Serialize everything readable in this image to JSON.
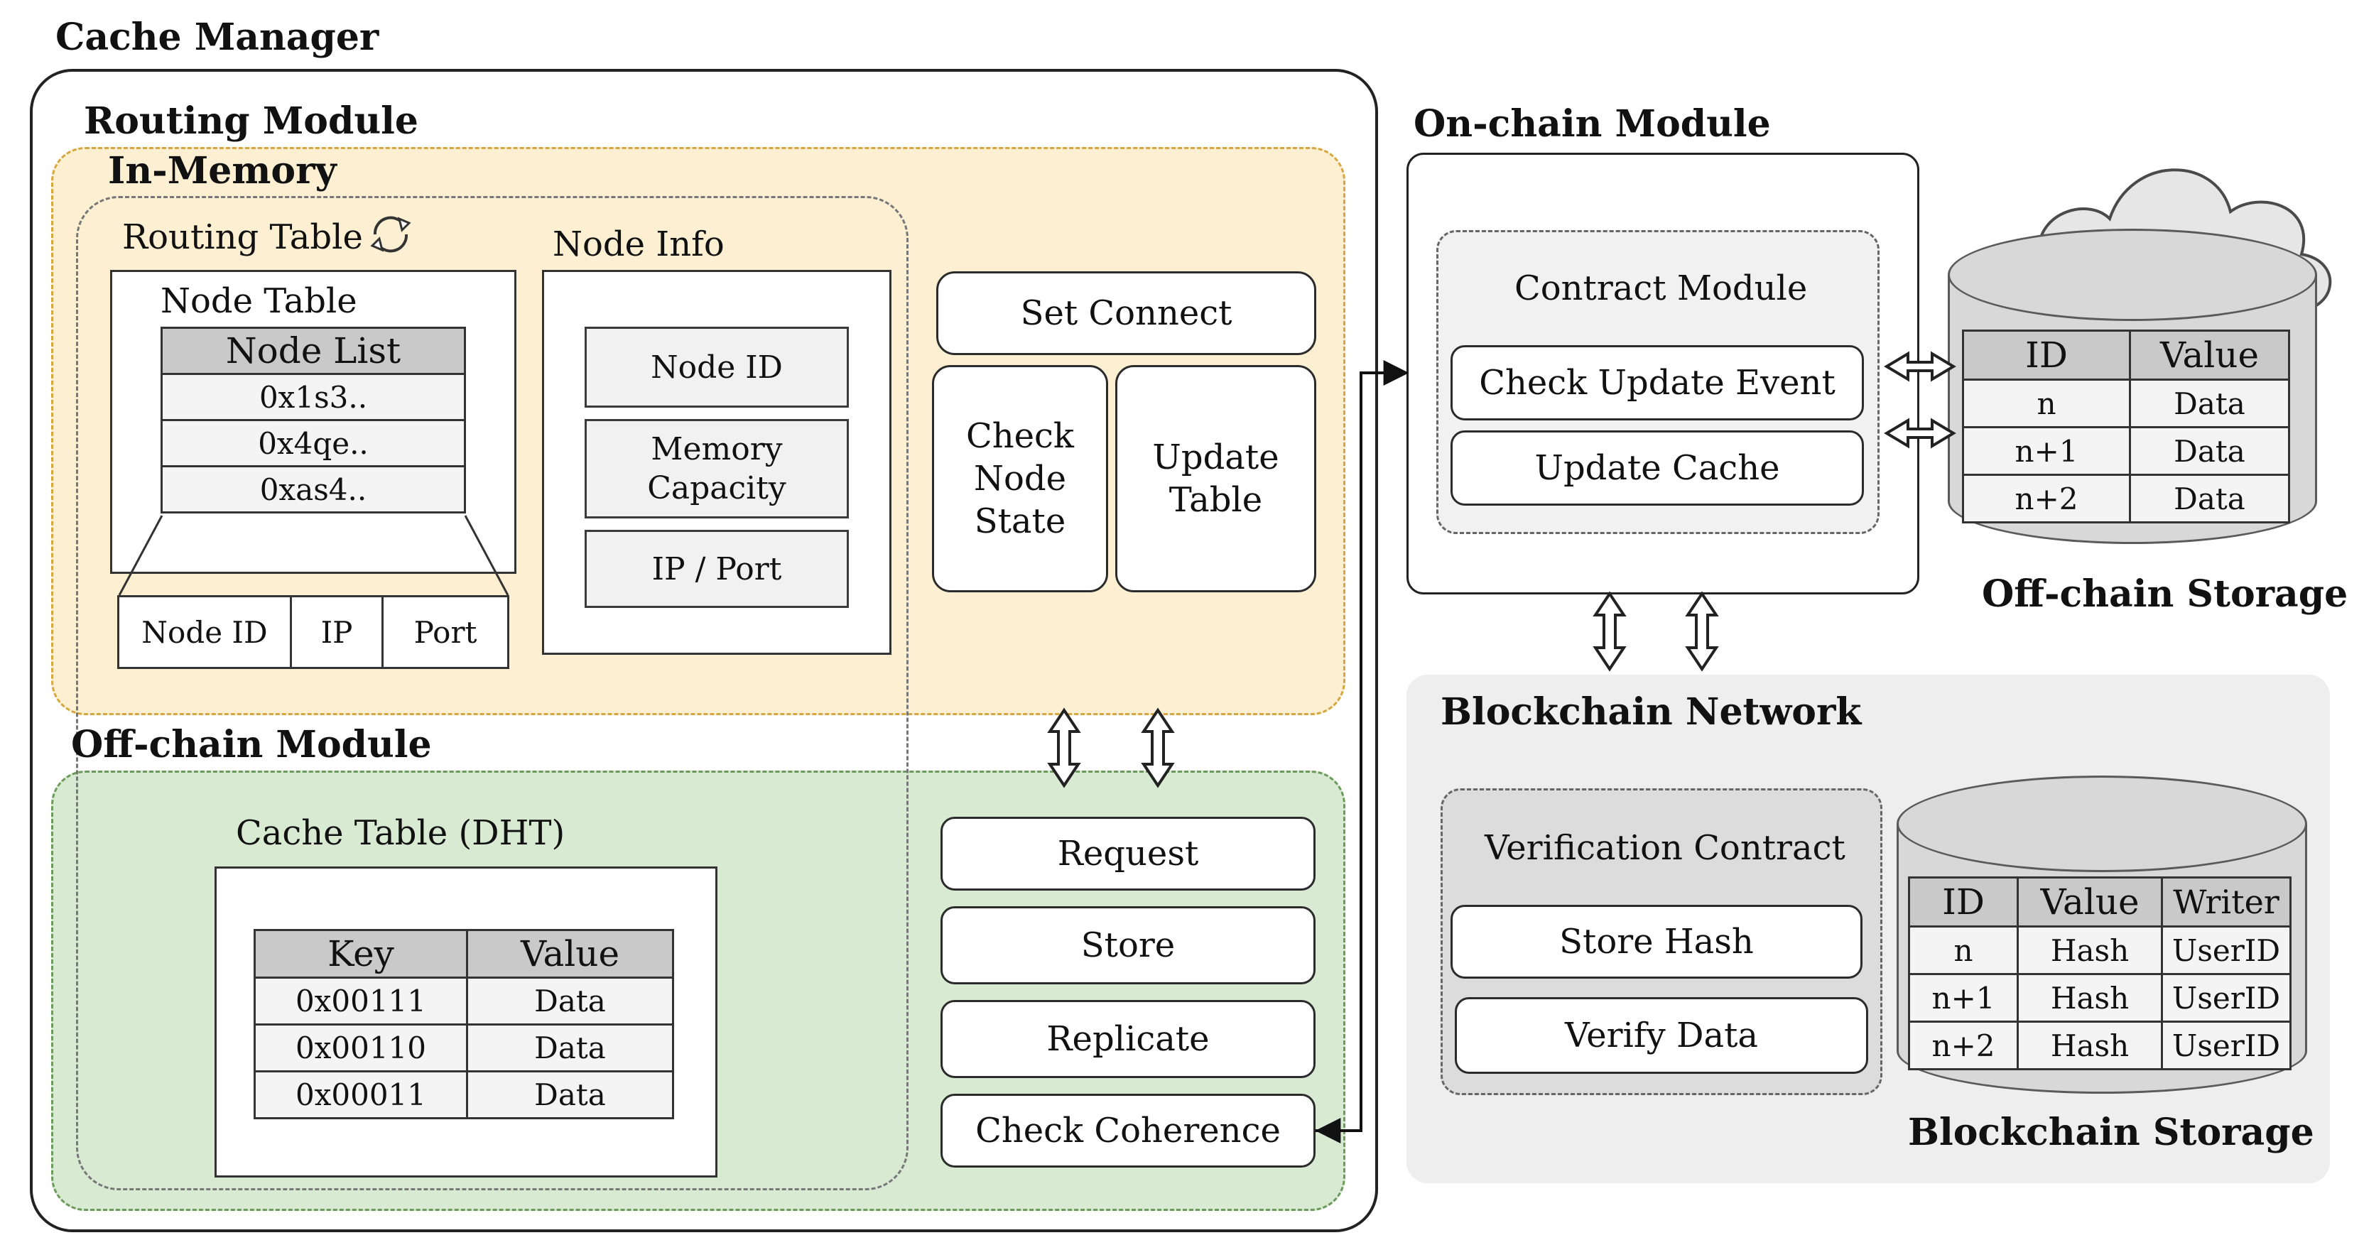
{
  "cache_manager": {
    "title": "Cache Manager",
    "routing_module": {
      "title": "Routing Module",
      "in_memory": {
        "title": "In-Memory",
        "routing_table": {
          "title": "Routing Table",
          "refresh_icon": "refresh-icon",
          "node_table": {
            "title": "Node Table",
            "node_list_header": "Node List",
            "nodes": [
              "0x1s3..",
              "0x4qe..",
              "0xas4.."
            ],
            "columns": [
              "Node ID",
              "IP",
              "Port"
            ]
          }
        },
        "node_info": {
          "title": "Node Info",
          "fields": [
            "Node ID",
            "Memory Capacity",
            "IP / Port"
          ]
        }
      },
      "actions": {
        "set_connect": "Set Connect",
        "check_node_state": "Check Node State",
        "update_table": "Update Table"
      }
    },
    "off_chain_module": {
      "title": "Off-chain Module",
      "cache_table": {
        "title": "Cache Table (DHT)",
        "headers": [
          "Key",
          "Value"
        ],
        "rows": [
          [
            "0x00111",
            "Data"
          ],
          [
            "0x00110",
            "Data"
          ],
          [
            "0x00011",
            "Data"
          ]
        ]
      },
      "actions": [
        "Request",
        "Store",
        "Replicate",
        "Check Coherence"
      ]
    }
  },
  "on_chain_module": {
    "title": "On-chain Module",
    "contract_module": {
      "title": "Contract Module",
      "actions": [
        "Check Update Event",
        "Update Cache"
      ]
    }
  },
  "off_chain_storage": {
    "title": "Off-chain Storage",
    "headers": [
      "ID",
      "Value"
    ],
    "rows": [
      [
        "n",
        "Data"
      ],
      [
        "n+1",
        "Data"
      ],
      [
        "n+2",
        "Data"
      ]
    ]
  },
  "blockchain_network": {
    "title": "Blockchain Network",
    "verification_contract": {
      "title": "Verification Contract",
      "actions": [
        "Store Hash",
        "Verify Data"
      ]
    },
    "storage": {
      "title": "Blockchain Storage",
      "headers": [
        "ID",
        "Value",
        "Writer"
      ],
      "rows": [
        [
          "n",
          "Hash",
          "UserID"
        ],
        [
          "n+1",
          "Hash",
          "UserID"
        ],
        [
          "n+2",
          "Hash",
          "UserID"
        ]
      ]
    }
  },
  "colors": {
    "in_memory_fill": "#fdf0d2",
    "in_memory_border": "#d6a640",
    "off_chain_fill": "#d9ead3",
    "off_chain_border": "#6b9a5b",
    "network_fill": "#eeeeee",
    "table_header": "#c9c9c9"
  }
}
